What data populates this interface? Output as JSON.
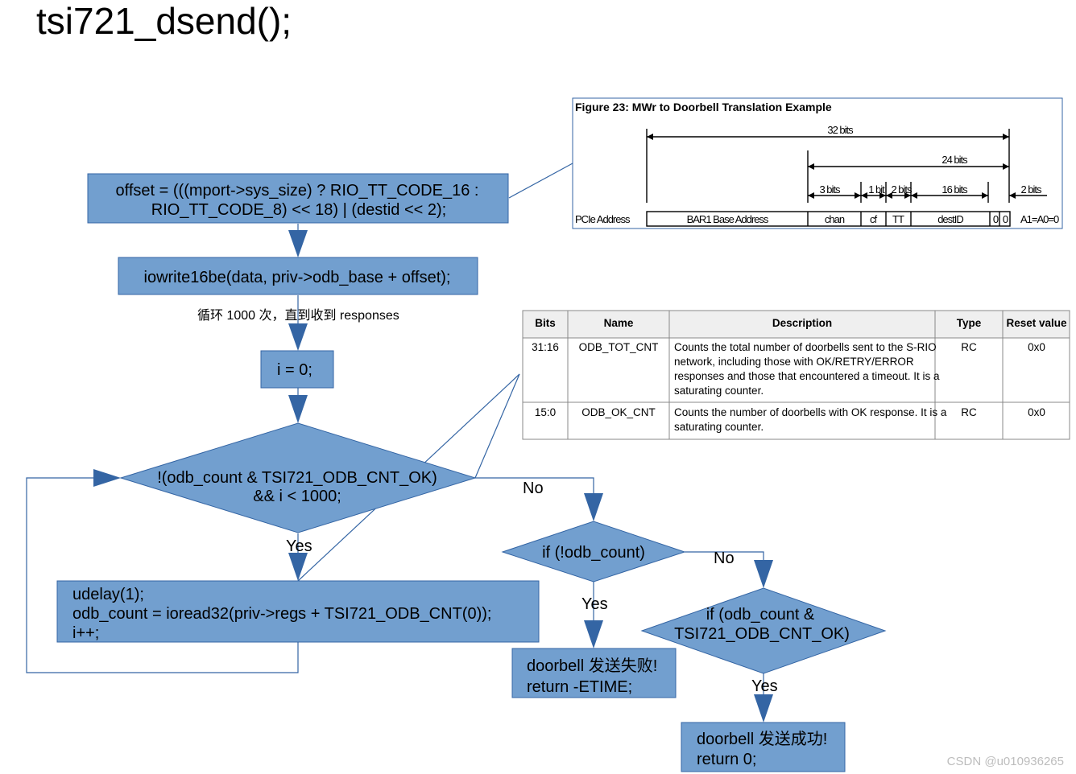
{
  "title": "tsi721_dsend();",
  "flow": {
    "offset_line1": "offset = (((mport->sys_size) ? RIO_TT_CODE_16 :",
    "offset_line2": "RIO_TT_CODE_8) << 18) | (destid << 2);",
    "iowrite": "iowrite16be(data, priv->odb_base + offset);",
    "loop_note": "循环 1000 次，直到收到 responses",
    "init": "i = 0;",
    "cond_line1": "!(odb_count & TSI721_ODB_CNT_OK)",
    "cond_line2": "&& i < 1000;",
    "yes_label": "Yes",
    "no_label": "No",
    "body_line1": "udelay(1);",
    "body_line2": "odb_count = ioread32(priv->regs + TSI721_ODB_CNT(0));",
    "body_line3": "i++;",
    "check_zero": "if (!odb_count)",
    "check_ok_line1": "if (odb_count &",
    "check_ok_line2": "TSI721_ODB_CNT_OK)",
    "fail_line1": "doorbell 发送失败!",
    "fail_line2": "return -ETIME;",
    "success_line1": "doorbell 发送成功!",
    "success_line2": "return 0;"
  },
  "figure": {
    "caption": "Figure 23: MWr to Doorbell Translation Example",
    "bits_32": "32 bits",
    "bits_24": "24 bits",
    "bits_3": "3 bits",
    "bits_1": "1 bit",
    "bits_2a": "2 bits",
    "bits_16": "16 bits",
    "bits_2b": "2 bits",
    "pcie_label": "PCIe Address",
    "field_bar1": "BAR1 Base Address",
    "field_chan": "chan",
    "field_cf": "cf",
    "field_tt": "TT",
    "field_destid": "destID",
    "field_zero1": "0",
    "field_zero2": "0",
    "a_label": "A1=A0=0"
  },
  "register_table": {
    "headers": [
      "Bits",
      "Name",
      "Description",
      "Type",
      "Reset value"
    ],
    "rows": [
      {
        "bits": "31:16",
        "name": "ODB_TOT_CNT",
        "desc": [
          "Counts the total number of doorbells sent to the S-RIO",
          "network, including those with OK/RETRY/ERROR",
          "responses and those that encountered a timeout. It is a",
          "saturating counter."
        ],
        "type": "RC",
        "reset": "0x0"
      },
      {
        "bits": "15:0",
        "name": "ODB_OK_CNT",
        "desc": [
          "Counts the number of doorbells with OK response. It is a",
          "saturating counter."
        ],
        "type": "RC",
        "reset": "0x0"
      }
    ]
  },
  "watermark": "CSDN @u010936265",
  "colors": {
    "box_fill": "#729fcf",
    "box_stroke": "#3465a4",
    "arrow": "#3465a4"
  }
}
